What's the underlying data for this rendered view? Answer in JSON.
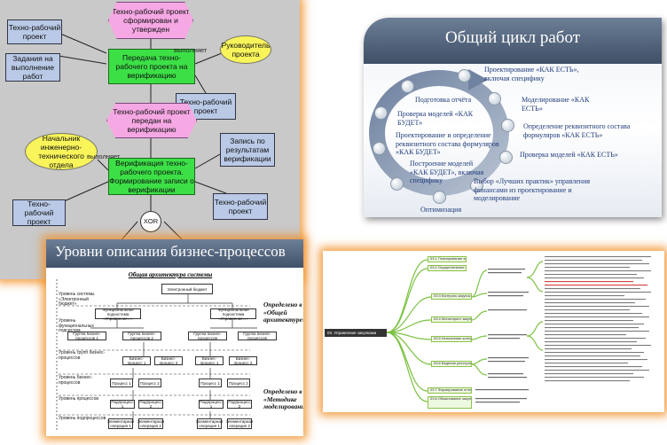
{
  "panel1": {
    "nodes": {
      "start": "Техно-рабочий проект сформирован и утвержден",
      "doc_left1": "Техно-рабочий проект",
      "task_left": "Задания на выполнение работ",
      "process1": "Передача техно-рабочего проекта на верификацию",
      "role1": "Руководитель проекта",
      "performs1": "выполняет",
      "doc_right1": "Техно-рабочий проект",
      "event2": "Техно-рабочий проект передан на верификацию",
      "role2": "Начальник инженерно-технического отдела",
      "performs2": "выполняет",
      "doc_record": "Запись по результатам верификации",
      "process2": "Верификация техно-рабочего проекта. Формирование записи о верификации",
      "doc_left2": "Техно-рабочий проект",
      "doc_right2": "Техно-рабочий проект",
      "xor": "XOR"
    }
  },
  "panel2": {
    "title": "Общий цикл работ",
    "items": [
      "Проектирование «КАК ЕСТЬ», включая специфику",
      "Моделирование «КАК ЕСТЬ»",
      "Определение реквизитного состава формуляров «КАК ЕСТЬ»",
      "Проверка моделей «КАК ЕСТЬ»",
      "Выбор «Лучших практик» управления финансами из проектирование и моделирование",
      "Оптимизация",
      "Построение моделей «КАК БУДЕТ», включая специфику",
      "Проектирование и определение реквизитного состава формуляров «КАК БУДЕТ»",
      "Проверка моделей «КАК БУДЕТ»",
      "Подготовка отчёта"
    ]
  },
  "panel3": {
    "title": "Уровни описания бизнес-процессов",
    "subtitle": "Общая архитектура системы",
    "root": "Электронный бюджет",
    "sub1": "Функциональная подсистема «Управление...»",
    "sub2": "Функциональная подсистема «Управление...»",
    "groups": [
      "Группа бизнес-процессов 1",
      "Группа бизнес-процессов 2",
      "Группа бизнес-процессов",
      "Группа бизнес-процессов"
    ],
    "biz": [
      "Бизнес-процесс 1",
      "Бизнес-процесс 2",
      "Бизнес-процесс 1",
      "Бизнес-процесс 2"
    ],
    "procs": [
      "Процесс 1",
      "Процесс 2",
      "Процесс 1",
      "Процесс 2"
    ],
    "subprocs": [
      "Подпроцесс 1",
      "Подпроцесс 2",
      "Подпроцесс 1",
      "Подпроцесс 2"
    ],
    "ops": [
      "Элементарная операция 1",
      "Элементарная операция 2",
      "Элементарная операция 1",
      "Элементарная операция 2"
    ],
    "levels": [
      "Уровень системы «Электронный бюджет»",
      "Уровень функциональных подсистем",
      "Уровень групп бизнес-процессов",
      "Уровень бизнес-процессов",
      "Уровень процессов",
      "Уровень подпроцессов"
    ],
    "note1": "Определено в «Общей архитектуре»",
    "note2": "Определено в «Методике моделирования»"
  },
  "panel4": {
    "root": "03. Управление закупками",
    "branches": [
      "03.1 Планирование закупок",
      "03.2 Осуществление закупок",
      "03.3 Контроль закупок",
      "03.4 Мониторинг закупок",
      "03.5 Исполнение контрактов",
      "03.6 Ведение реестров",
      "03.7 Формирование отчетности",
      "03.8 Обжалование закупок"
    ]
  }
}
